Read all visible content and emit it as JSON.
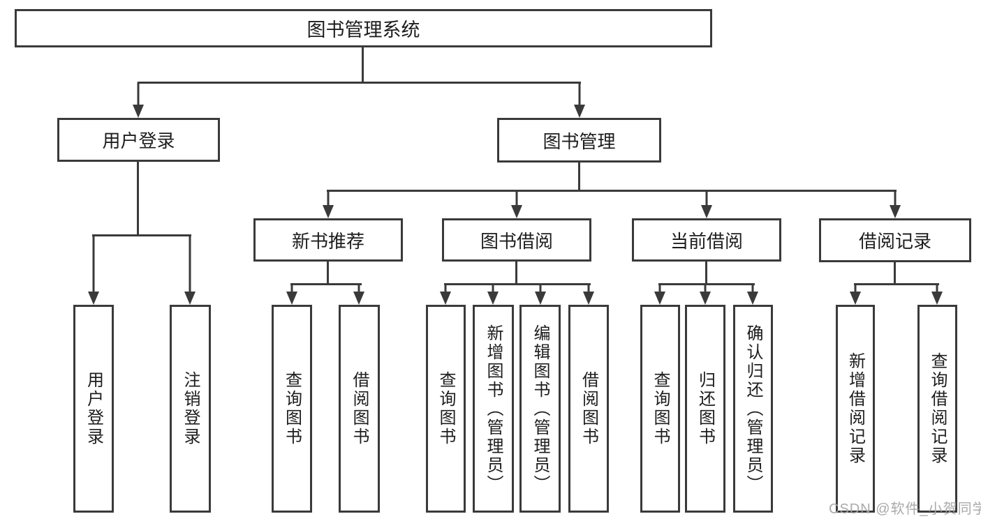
{
  "colors": {
    "line": "#3a3a3a",
    "text": "#1d1d1d",
    "watermark": "#a6a6a6",
    "background": "#ffffff"
  },
  "watermark": "CSDN @软件_小贺同学",
  "tree": {
    "root": "图书管理系统",
    "branches": [
      {
        "label": "用户登录",
        "children": [
          "用户登录",
          "注销登录"
        ]
      },
      {
        "label": "图书管理",
        "groups": [
          {
            "label": "新书推荐",
            "children": [
              "查询图书",
              "借阅图书"
            ]
          },
          {
            "label": "图书借阅",
            "children": [
              "查询图书",
              "新增图书（管理员）",
              "编辑图书（管理员）",
              "借阅图书"
            ]
          },
          {
            "label": "当前借阅",
            "children": [
              "查询图书",
              "归还图书",
              "确认归还（管理员）"
            ]
          },
          {
            "label": "借阅记录",
            "children": [
              "新增借阅记录",
              "查询借阅记录"
            ]
          }
        ]
      }
    ]
  }
}
